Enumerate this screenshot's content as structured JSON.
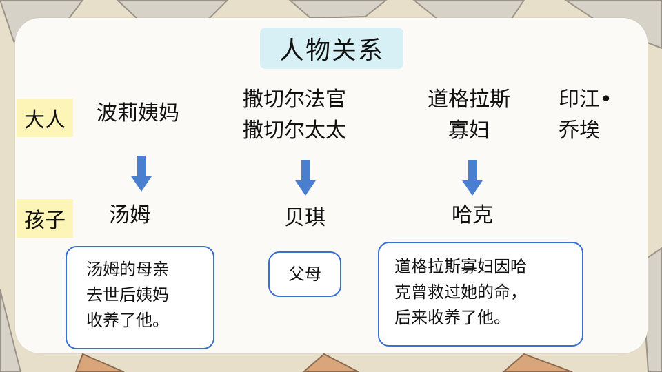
{
  "title": "人物关系",
  "row_labels": {
    "adults": "大人",
    "children": "孩子"
  },
  "adults": {
    "col1": "波莉姨妈",
    "col2_line1": "撒切尔法官",
    "col2_line2": "撒切尔太太",
    "col3_line1": "道格拉斯",
    "col3_line2": "寡妇",
    "col4_line1": "印江•",
    "col4_line2": "乔埃"
  },
  "children": {
    "col1": "汤姆",
    "col2": "贝琪",
    "col3": "哈克"
  },
  "notes": {
    "col1": "汤姆的母亲\n去世后姨妈\n收养了他。",
    "col2": "父母",
    "col3": "道格拉斯寡妇因哈\n克曾救过她的命，\n后来收养了他。"
  },
  "colors": {
    "arrow": "#4a7fd0",
    "box_border": "#3b6fd1",
    "title_bg": "#d7f0f6",
    "label_bg": "#fdf4b8"
  }
}
